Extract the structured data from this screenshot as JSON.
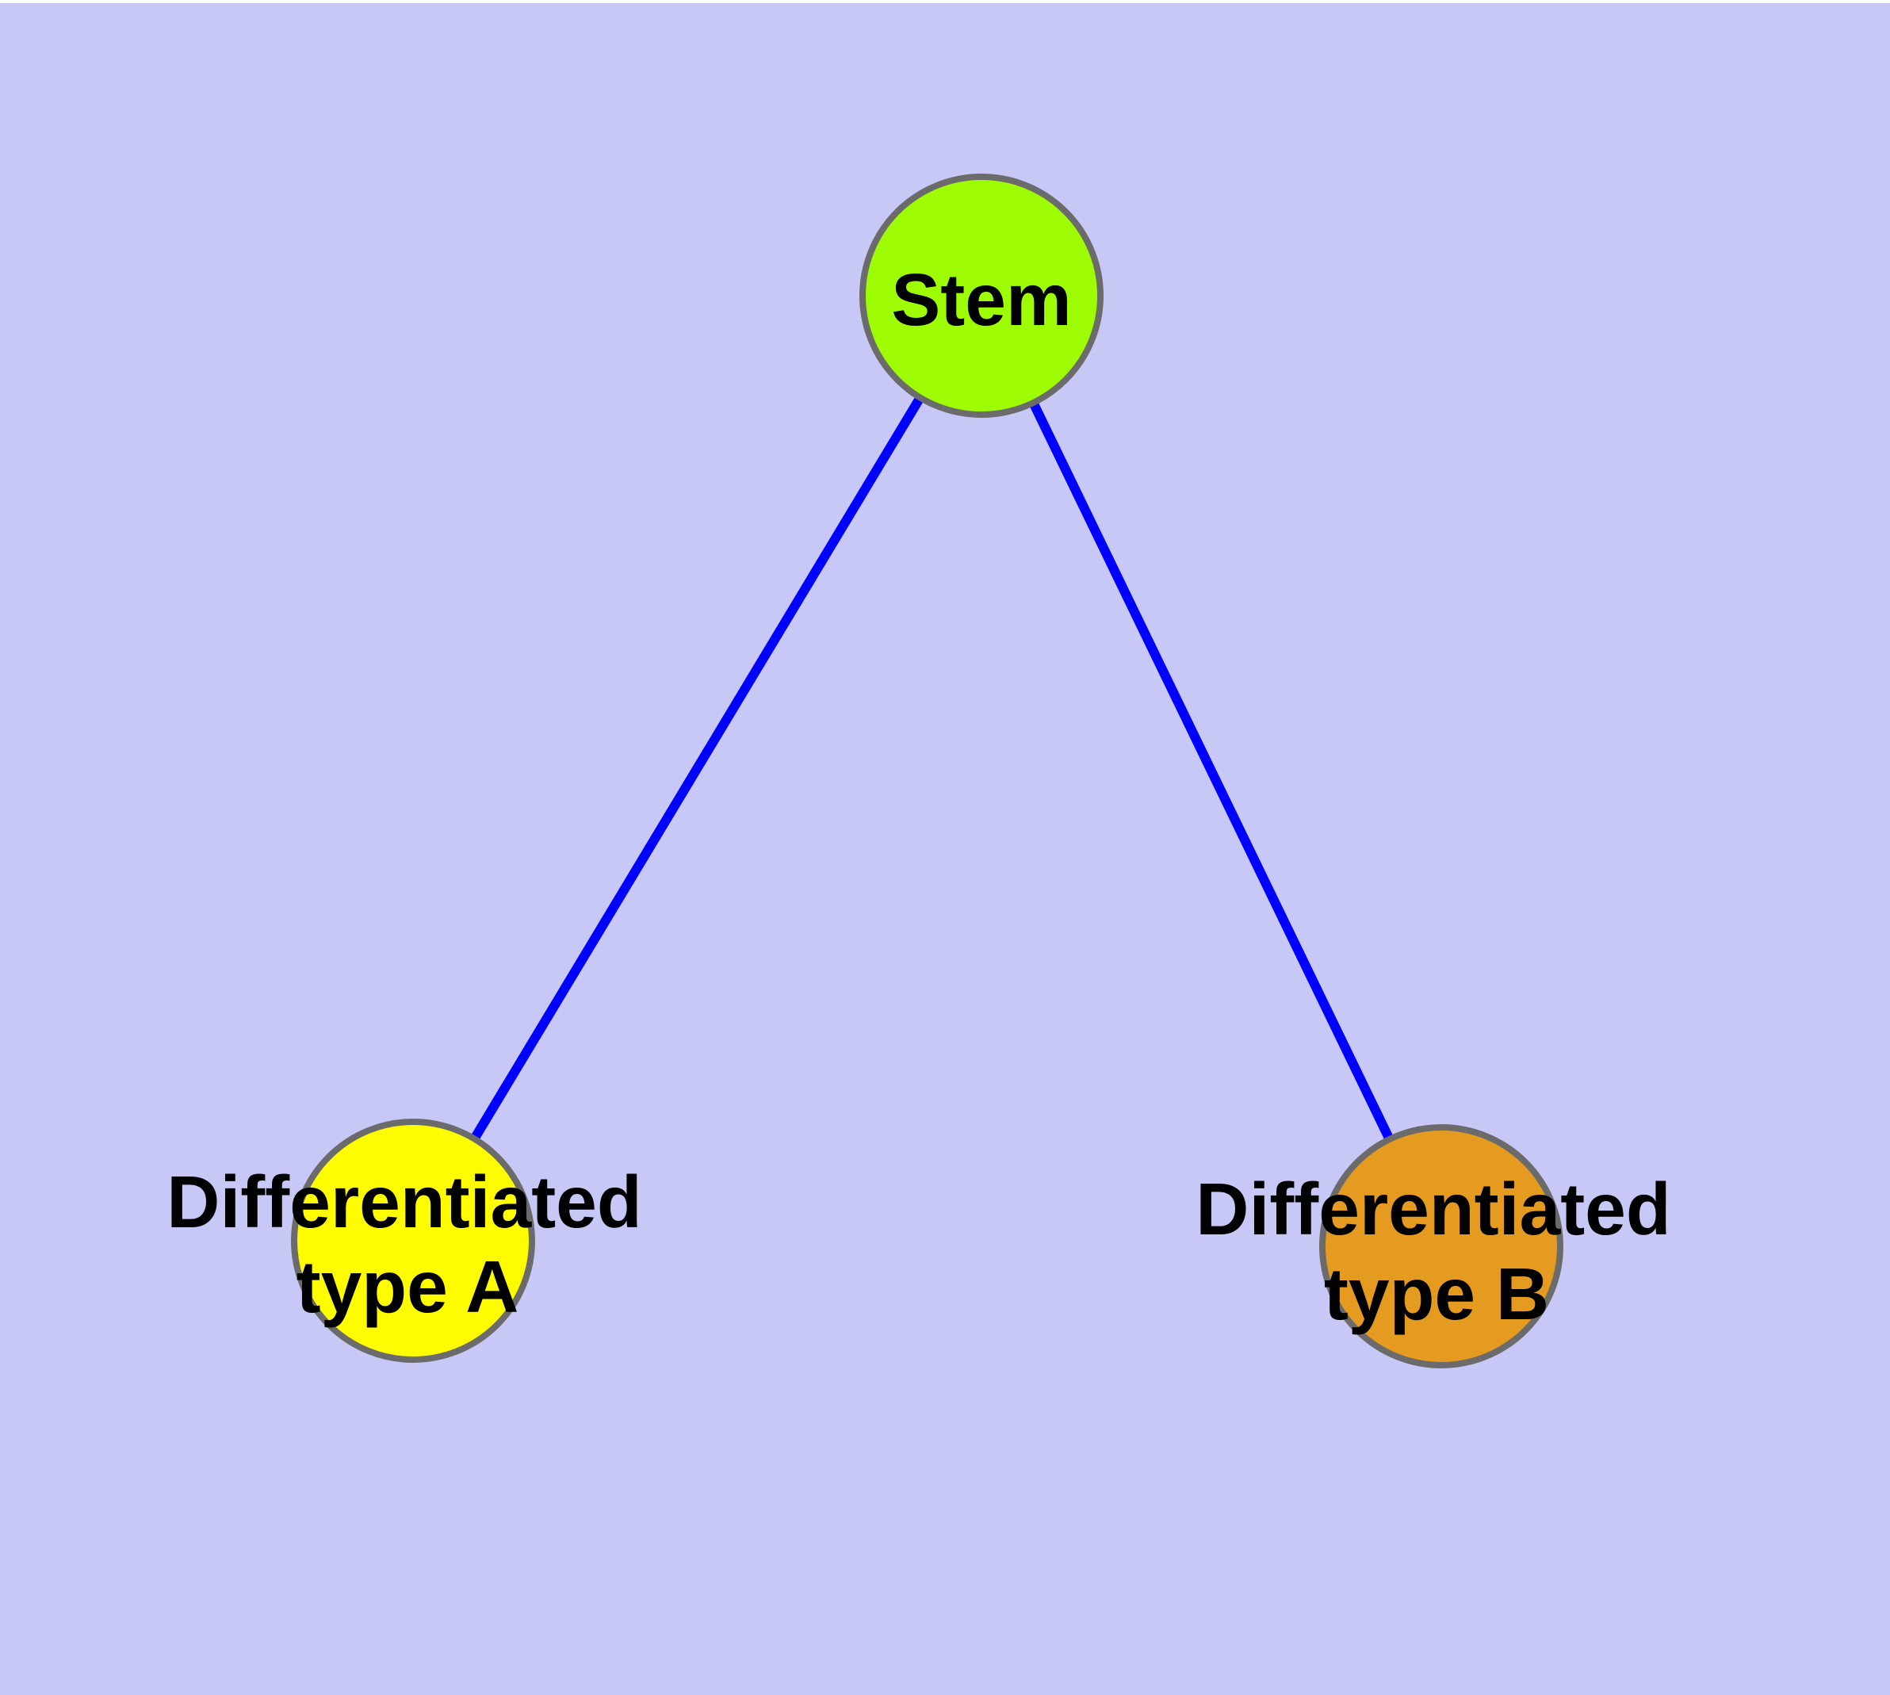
{
  "diagram": {
    "type": "graph",
    "background_color": "#c8c8f6",
    "top_margin_color": "#ffffff",
    "edge_color": "#0000ff",
    "node_border_color": "#6b6b6b",
    "label_color": "#000000",
    "nodes": {
      "stem": {
        "id": "stem",
        "label": "Stem",
        "fill": "#9efc05"
      },
      "type_a": {
        "id": "type_a",
        "label_line1": "Differentiated",
        "label_line2": "type A",
        "fill": "#fffb00"
      },
      "type_b": {
        "id": "type_b",
        "label_line1": "Differentiated",
        "label_line2": "type B",
        "fill": "#e49b20"
      }
    },
    "edges": [
      {
        "from": "stem",
        "to": "type_a"
      },
      {
        "from": "stem",
        "to": "type_b"
      }
    ]
  }
}
